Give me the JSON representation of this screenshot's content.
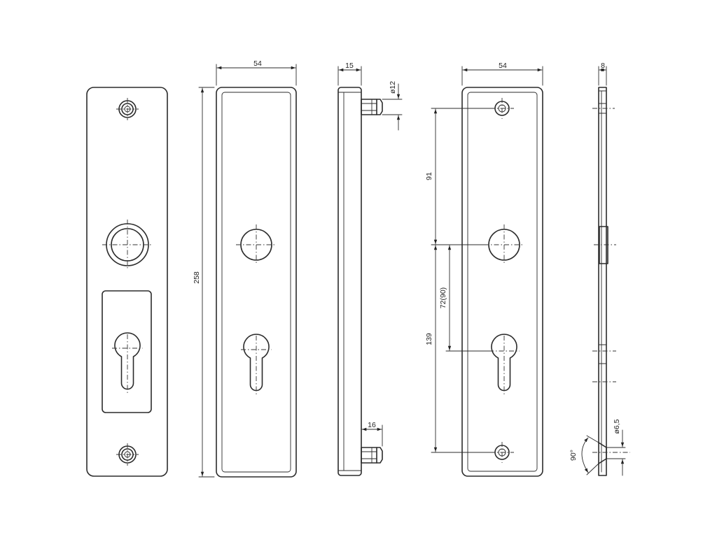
{
  "dimensions": {
    "plate_width_view2": "54",
    "plate_height": "258",
    "thickness_view3": "15",
    "pin_diameter": "ø12",
    "pin_offset": "16",
    "plate_width_view4": "54",
    "hole_to_handle": "91",
    "handle_to_bottom_hole": "139",
    "handle_to_cylinder": "72(90)",
    "plate_thickness_view5": "8",
    "screw_diameter": "ø6,5",
    "countersink_angle": "90°"
  }
}
